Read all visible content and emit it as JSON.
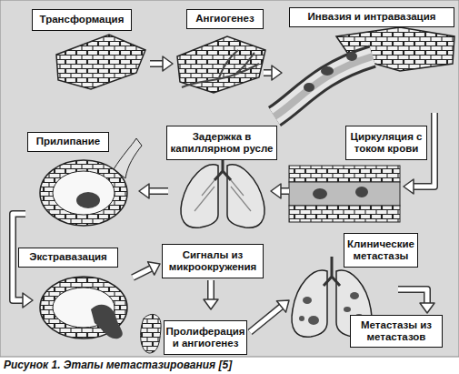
{
  "diagram": {
    "caption": "Рисунок 1. Этапы метастазирования [5]",
    "nodes": [
      {
        "text": [
          "Трансформация"
        ]
      },
      {
        "text": [
          "Ангиогенез"
        ]
      },
      {
        "text": [
          "Инвазия и интравазация"
        ]
      },
      {
        "text": [
          "Прилипание"
        ]
      },
      {
        "text": [
          "Задержка в капиллярном русле"
        ]
      },
      {
        "text": [
          "Циркуляция с током крови"
        ]
      },
      {
        "text": [
          "Экстравазация"
        ]
      },
      {
        "text": [
          "Сигналы из микроокружения"
        ]
      },
      {
        "text": [
          "Клинические метастазы"
        ]
      },
      {
        "text": [
          "Пролиферация и ангиогенез"
        ]
      },
      {
        "text": [
          "Метастазы из метастазов"
        ]
      }
    ],
    "edges": [
      {
        "from": 0,
        "to": 1,
        "arrow": "to"
      },
      {
        "from": 1,
        "to": 2,
        "arrow": "to"
      },
      {
        "from": 2,
        "to": 5,
        "arrow": "to"
      },
      {
        "from": 5,
        "to": 4,
        "arrow": "to"
      },
      {
        "from": 4,
        "to": 3,
        "arrow": "to"
      },
      {
        "from": 3,
        "to": 6,
        "arrow": "to"
      },
      {
        "from": 6,
        "to": 7,
        "arrow": "to"
      },
      {
        "from": 7,
        "to": 9,
        "arrow": "to"
      },
      {
        "from": 9,
        "to": 8,
        "arrow": "to"
      },
      {
        "from": 8,
        "to": 10,
        "arrow": "to"
      }
    ]
  }
}
